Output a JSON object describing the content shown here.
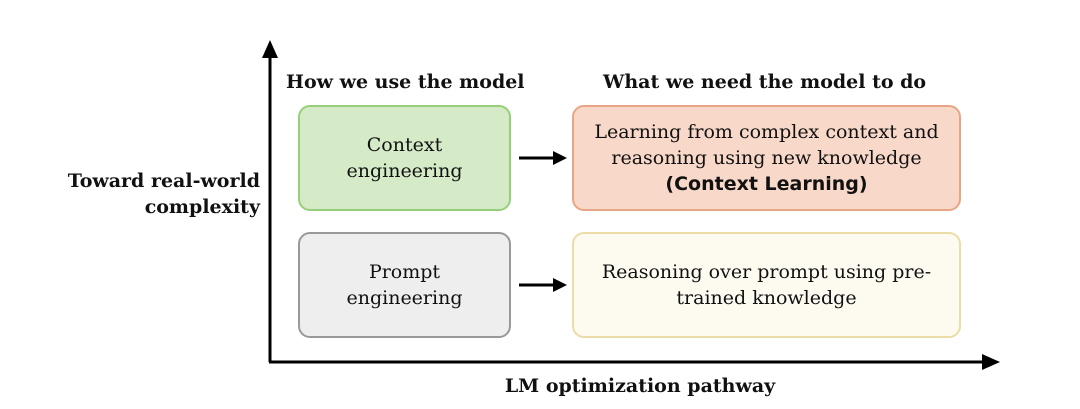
{
  "headings": {
    "left": "How we use the model",
    "right": "What we need the model to do"
  },
  "axes": {
    "y_label_line1": "Toward real-world",
    "y_label_line2": "complexity",
    "x_label": "LM optimization pathway"
  },
  "rows": [
    {
      "method_line1": "Context",
      "method_line2": "engineering",
      "need_line1": "Learning from complex context and",
      "need_line2": "reasoning using new knowledge",
      "need_emphasis": "(Context Learning)"
    },
    {
      "method_line1": "Prompt",
      "method_line2": "engineering",
      "need_line1": "Reasoning over prompt using pre-",
      "need_line2": "trained knowledge"
    }
  ],
  "colors": {
    "context_fill": "#d5ebc8",
    "context_border": "#96cf7a",
    "prompt_fill": "#eeeeee",
    "prompt_border": "#999999",
    "learning_fill": "#f8d8c8",
    "learning_border": "#e8a585",
    "reasoning_fill": "#fdfaf0",
    "reasoning_border": "#ecdca8"
  }
}
